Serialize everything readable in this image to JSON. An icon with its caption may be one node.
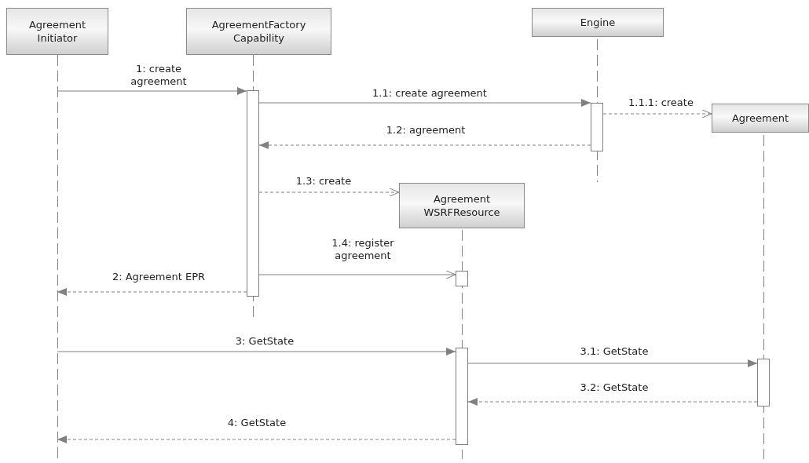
{
  "diagram": {
    "nodes": [
      {
        "text": [
          "Agreement Initiator"
        ]
      },
      {
        "text": [
          "AgreementFactory Capability"
        ]
      },
      {
        "text": [
          "Engine"
        ]
      },
      {
        "text": [
          "Agreement"
        ]
      },
      {
        "text": [
          "Agreement WSRFResource"
        ]
      },
      {
        "text": [],
        "shape": "bar",
        "in": 1
      },
      {
        "text": [],
        "shape": "bar",
        "in": 2
      },
      {
        "text": [],
        "shape": "bar",
        "in": 4
      },
      {
        "text": [],
        "shape": "bar",
        "in": 4
      },
      {
        "text": [],
        "shape": "bar",
        "in": 3
      }
    ],
    "edges": [
      {
        "from": 0,
        "to": 5,
        "arrow": "to",
        "label": "1: create agreement"
      },
      {
        "from": 5,
        "to": 6,
        "arrow": "to",
        "label": "1.1: create agreement"
      },
      {
        "from": 6,
        "to": 3,
        "arrow": "to",
        "label": "1.1.1: create",
        "style": "dashed"
      },
      {
        "from": 6,
        "to": 5,
        "arrow": "to",
        "label": "1.2: agreement",
        "style": "dashed"
      },
      {
        "from": 5,
        "to": 4,
        "arrow": "to",
        "label": "1.3: create",
        "style": "dashed"
      },
      {
        "from": 5,
        "to": 7,
        "arrow": "to",
        "label": "1.4: register agreement"
      },
      {
        "from": 5,
        "to": 0,
        "arrow": "to",
        "label": "2: Agreement EPR",
        "style": "dashed"
      },
      {
        "from": 0,
        "to": 8,
        "arrow": "to",
        "label": "3: GetState"
      },
      {
        "from": 8,
        "to": 9,
        "arrow": "to",
        "label": "3.1: GetState"
      },
      {
        "from": 9,
        "to": 8,
        "arrow": "to",
        "label": "3.2: GetState",
        "style": "dashed"
      },
      {
        "from": 8,
        "to": 0,
        "arrow": "to",
        "label": "4: GetState",
        "style": "dashed"
      }
    ]
  }
}
